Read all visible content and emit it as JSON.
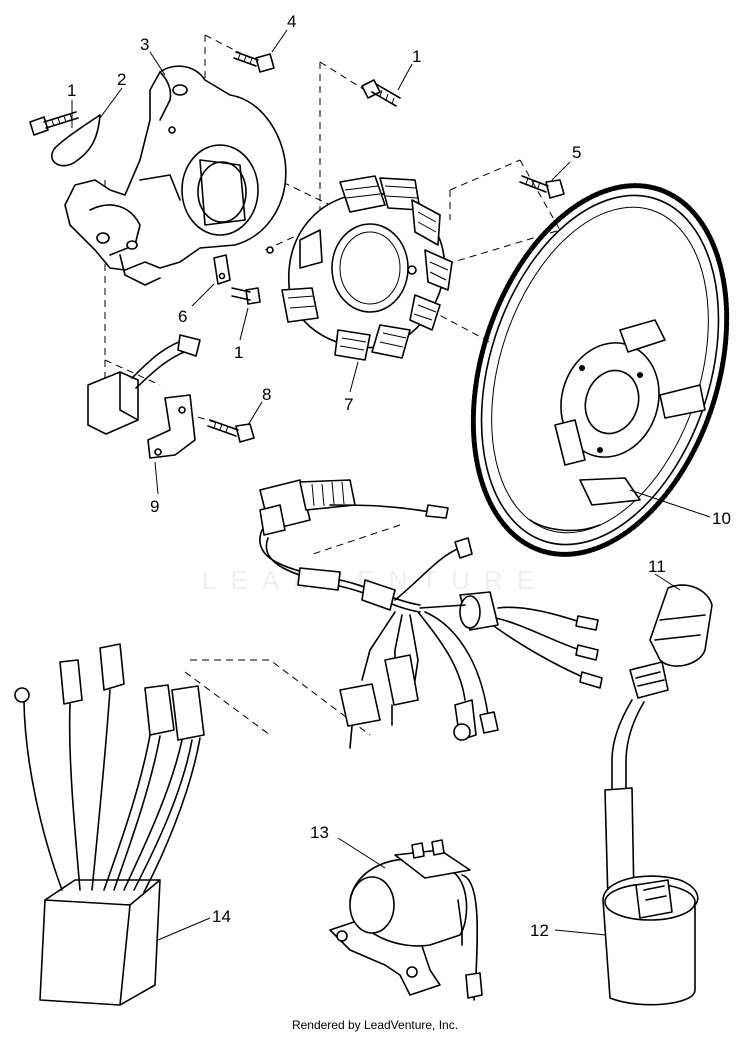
{
  "callouts": {
    "c1a": "1",
    "c1b": "1",
    "c1c": "1",
    "c2": "2",
    "c3": "3",
    "c4": "4",
    "c5": "5",
    "c6": "6",
    "c7": "7",
    "c8": "8",
    "c9": "9",
    "c10": "10",
    "c11": "11",
    "c12": "12",
    "c13": "13",
    "c14": "14"
  },
  "watermark_text": "LEADVENTURE",
  "footer_text": "Rendered by LeadVenture, Inc."
}
